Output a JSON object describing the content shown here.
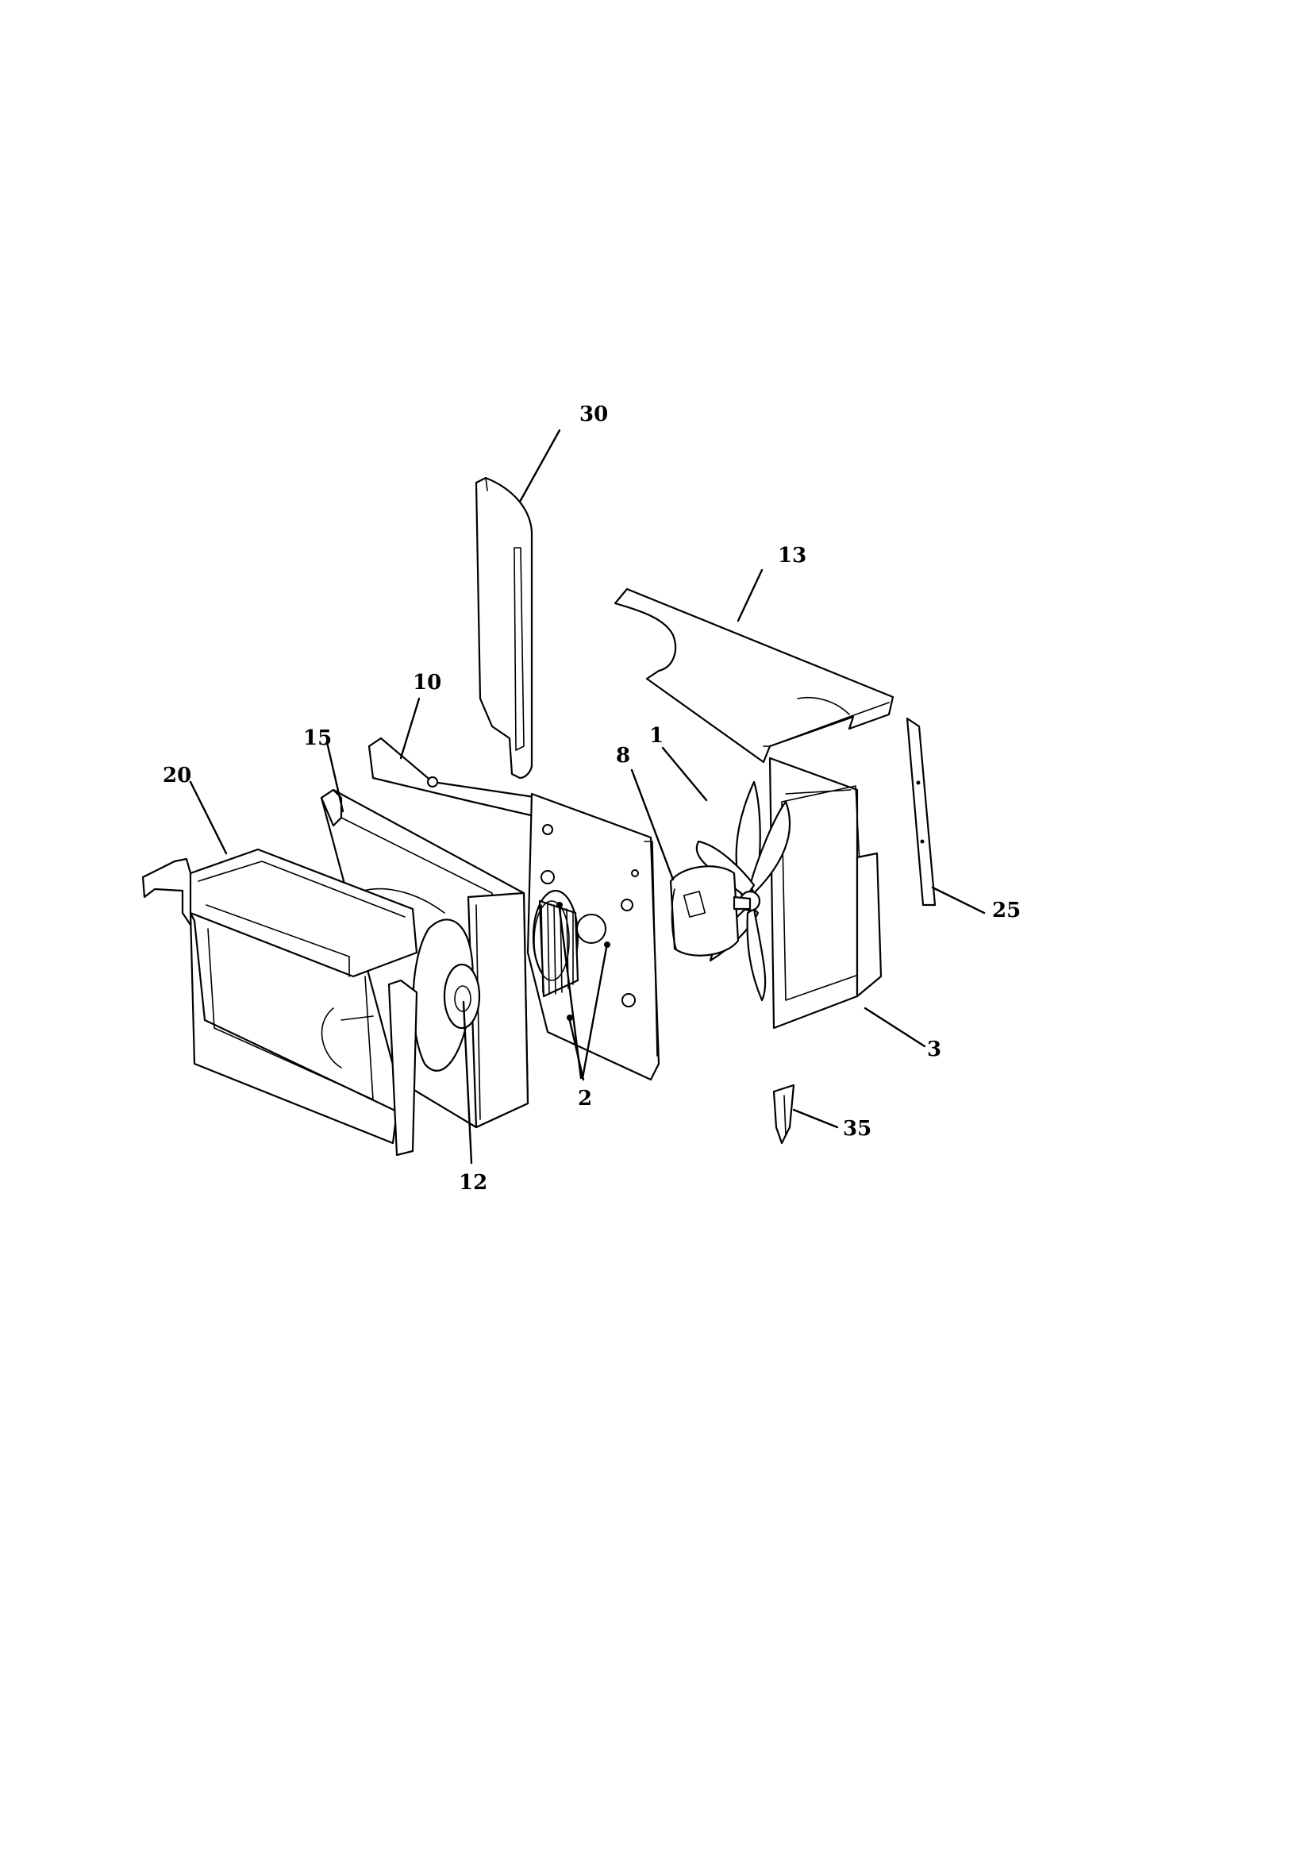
{
  "diagram": {
    "type": "exploded-parts-view",
    "callouts": {
      "p30": "30",
      "p13": "13",
      "p10": "10",
      "p15": "15",
      "p20": "20",
      "p8": "8",
      "p1": "1",
      "p25": "25",
      "p3": "3",
      "p2": "2",
      "p35": "35",
      "p12": "12"
    }
  }
}
